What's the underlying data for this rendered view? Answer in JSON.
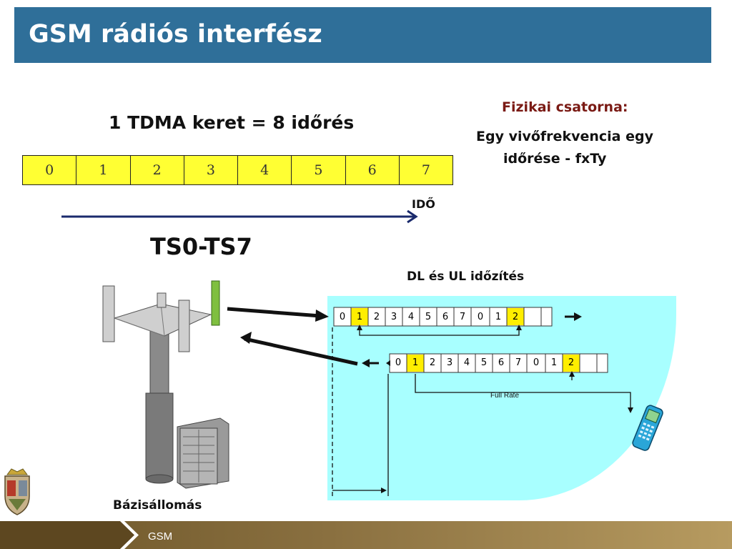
{
  "slide": {
    "title": "GSM rádiós interfész",
    "heading": "1 TDMA keret = 8 időrés",
    "slots": [
      "0",
      "1",
      "2",
      "3",
      "4",
      "5",
      "6",
      "7"
    ],
    "time_label": "IDŐ",
    "physical_channel_title": "Fizikai csatorna:",
    "physical_channel_line1": "Egy vivőfrekvencia egy",
    "physical_channel_line2": "időrése - fxTy",
    "ts_label": "TS0-TS7",
    "timing_label": "DL és UL időzítés",
    "base_station_label": "Bázisállomás",
    "full_rate_label": "Full Rate",
    "dl_slots": [
      "0",
      "1",
      "2",
      "3",
      "4",
      "5",
      "6",
      "7",
      "0",
      "1",
      "2"
    ],
    "ul_slots": [
      "0",
      "1",
      "2",
      "3",
      "4",
      "5",
      "6",
      "7",
      "0",
      "1",
      "2"
    ]
  },
  "footer": {
    "text": "GSM"
  },
  "colors": {
    "title_bar": "#2f6f99",
    "slot_fill": "#ffff33",
    "accent_red": "#7a1a14",
    "bubble": "#a8ffff",
    "highlight": "#ffee00"
  }
}
